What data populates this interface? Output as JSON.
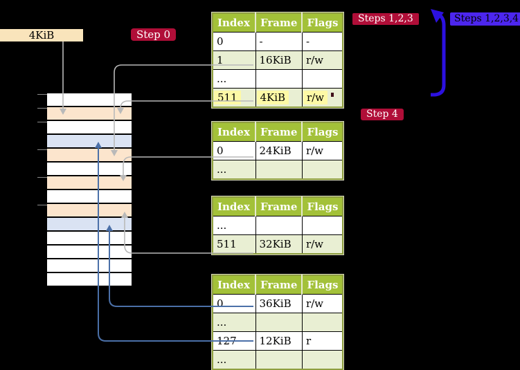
{
  "labels": {
    "page_size": "4KiB",
    "step0": "Step 0",
    "steps123": "Steps 1,2,3",
    "steps1234": "Steps 1,2,3,4",
    "step4": "Step 4"
  },
  "colors": {
    "background": "#000000",
    "header_green": "#a3c139",
    "row_green": "#e9efd3",
    "row_white": "#ffffff",
    "crimson": "#b00e38",
    "blue_violet": "#4c26ee",
    "arrow_blue": "#2c11e0",
    "connector_gray": "#b9b9b9",
    "connector_blue": "#4b70a8",
    "peach": "#fce5cd",
    "light_blue": "#dae3f3",
    "beige": "#f9e4bb",
    "highlight_yellow": "#fdf9a6"
  },
  "tables": [
    {
      "name": "page-table-1",
      "columns": [
        "Index",
        "Frame",
        "Flags"
      ],
      "rows": [
        {
          "cells": [
            "0",
            "-",
            "-"
          ],
          "shade": "white"
        },
        {
          "cells": [
            "1",
            "16KiB",
            "r/w"
          ],
          "shade": "green"
        },
        {
          "cells": [
            "...",
            "",
            ""
          ],
          "shade": "white"
        },
        {
          "cells": [
            "511",
            "4KiB",
            "r/w"
          ],
          "shade": "green",
          "highlighted": true
        }
      ]
    },
    {
      "name": "page-table-2",
      "columns": [
        "Index",
        "Frame",
        "Flags"
      ],
      "rows": [
        {
          "cells": [
            "0",
            "24KiB",
            "r/w"
          ],
          "shade": "white"
        },
        {
          "cells": [
            "...",
            "",
            ""
          ],
          "shade": "green"
        }
      ]
    },
    {
      "name": "page-table-3",
      "columns": [
        "Index",
        "Frame",
        "Flags"
      ],
      "rows": [
        {
          "cells": [
            "...",
            "",
            ""
          ],
          "shade": "white"
        },
        {
          "cells": [
            "511",
            "32KiB",
            "r/w"
          ],
          "shade": "green"
        }
      ]
    },
    {
      "name": "page-table-4",
      "columns": [
        "Index",
        "Frame",
        "Flags"
      ],
      "rows": [
        {
          "cells": [
            "0",
            "36KiB",
            "r/w"
          ],
          "shade": "white"
        },
        {
          "cells": [
            "...",
            "",
            ""
          ],
          "shade": "green"
        },
        {
          "cells": [
            "127",
            "12KiB",
            "r"
          ],
          "shade": "white"
        },
        {
          "cells": [
            "...",
            "",
            ""
          ],
          "shade": "green"
        }
      ]
    }
  ],
  "memory_stack": {
    "rows": [
      "white",
      "peach",
      "white",
      "blue",
      "peach",
      "white",
      "peach",
      "white",
      "peach",
      "blue",
      "white",
      "white",
      "white",
      "white"
    ]
  }
}
